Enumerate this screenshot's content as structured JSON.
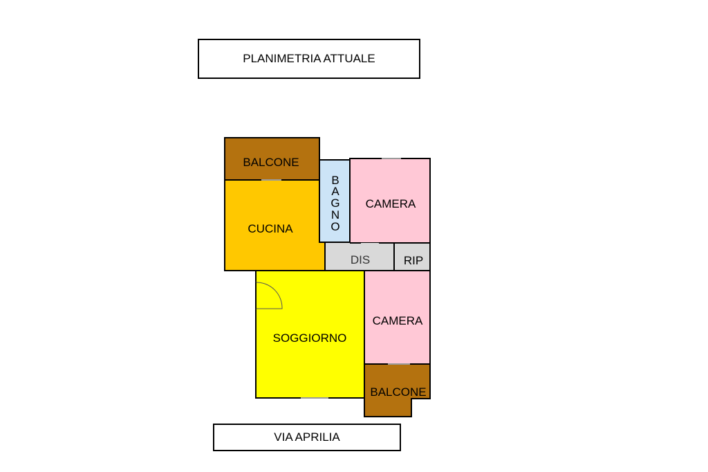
{
  "title": "PLANIMETRIA ATTUALE",
  "street": "VIA APRILIA",
  "rooms": {
    "balcone_top": {
      "label": "BALCONE",
      "color": "#b4720f"
    },
    "cucina": {
      "label": "CUCINA",
      "color": "#ffc800"
    },
    "bagno": {
      "label": "BAGNO",
      "letters": [
        "B",
        "A",
        "G",
        "N",
        "O"
      ],
      "color": "#cce4f7"
    },
    "camera_top": {
      "label": "CAMERA",
      "color": "#ffc8d6"
    },
    "dis": {
      "label": "DIS",
      "color": "#d9d9d9"
    },
    "rip": {
      "label": "RIP",
      "color": "#d9d9d9"
    },
    "soggiorno": {
      "label": "SOGGIORNO",
      "color": "#ffff00"
    },
    "camera_bottom": {
      "label": "CAMERA",
      "color": "#ffc8d6"
    },
    "balcone_bottom": {
      "label": "BALCONE",
      "color": "#b4720f"
    }
  },
  "wall_color": "#000000"
}
